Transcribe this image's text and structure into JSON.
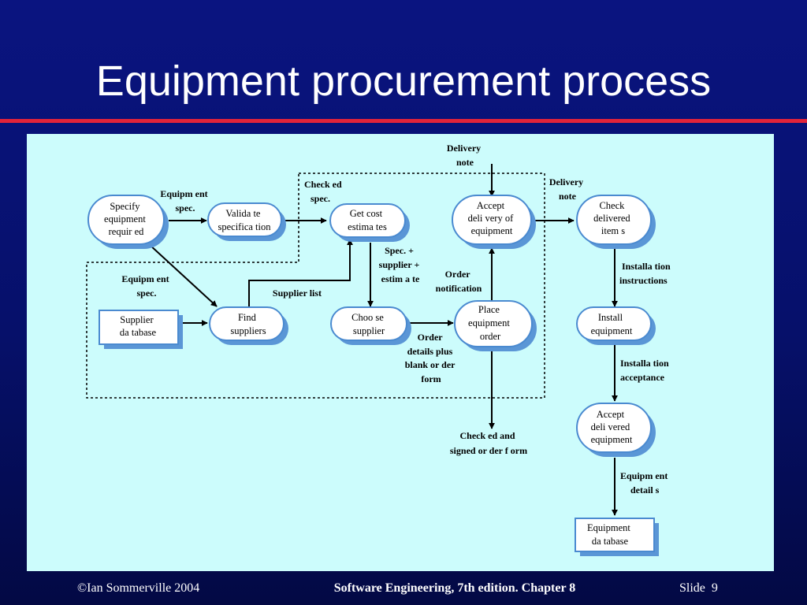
{
  "slide": {
    "title": "Equipment procurement process",
    "footer": {
      "left": "©Ian Sommerville 2004",
      "center": "Software Engineering, 7th edition. Chapter 8",
      "slide_label": "Slide",
      "slide_number": "9"
    }
  },
  "diagram": {
    "nodes": {
      "specify": [
        "Specify",
        "equipment",
        "requir ed"
      ],
      "validate": [
        "Valida te",
        "specifica tion"
      ],
      "get_cost": [
        "Get cost",
        "estima tes"
      ],
      "accept_delivery": [
        "Accept",
        "deli very of",
        "equipment"
      ],
      "check_delivered": [
        "Check",
        "delivered",
        "item s"
      ],
      "supplier_db": [
        "Supplier",
        "da tabase"
      ],
      "find_suppliers": [
        "Find",
        "suppliers"
      ],
      "choose_supplier": [
        "Choo se",
        "supplier"
      ],
      "place_order": [
        "Place",
        "equipment",
        "order"
      ],
      "install": [
        "Install",
        "equipment"
      ],
      "accept_delivered": [
        "Accept",
        "deli vered",
        "equipment"
      ],
      "equipment_db": [
        "Equipment",
        "da tabase"
      ]
    },
    "labels": {
      "delivery_note_top": [
        "Delivery",
        "note"
      ],
      "equipment_spec_1": [
        "Equipm ent",
        "spec."
      ],
      "checked_spec": [
        "Check ed",
        "spec."
      ],
      "delivery_note_right": [
        "Delivery",
        "note"
      ],
      "spec_supplier_estimate": [
        "Spec. +",
        "supplier +",
        "estim a te"
      ],
      "equipment_spec_2": [
        "Equipm ent",
        "spec."
      ],
      "supplier_list": [
        "Supplier list"
      ],
      "order_notification": [
        "Order",
        "notification"
      ],
      "installation_instructions": [
        "Installa tion",
        "instructions"
      ],
      "order_details": [
        "Order",
        "details plus",
        "blank  or der",
        "form"
      ],
      "installation_acceptance": [
        "Installa tion",
        "acceptance"
      ],
      "checked_signed": [
        "Check ed and",
        "signed or  der f orm"
      ],
      "equipment_details": [
        "Equipm ent",
        "detail s"
      ]
    }
  }
}
